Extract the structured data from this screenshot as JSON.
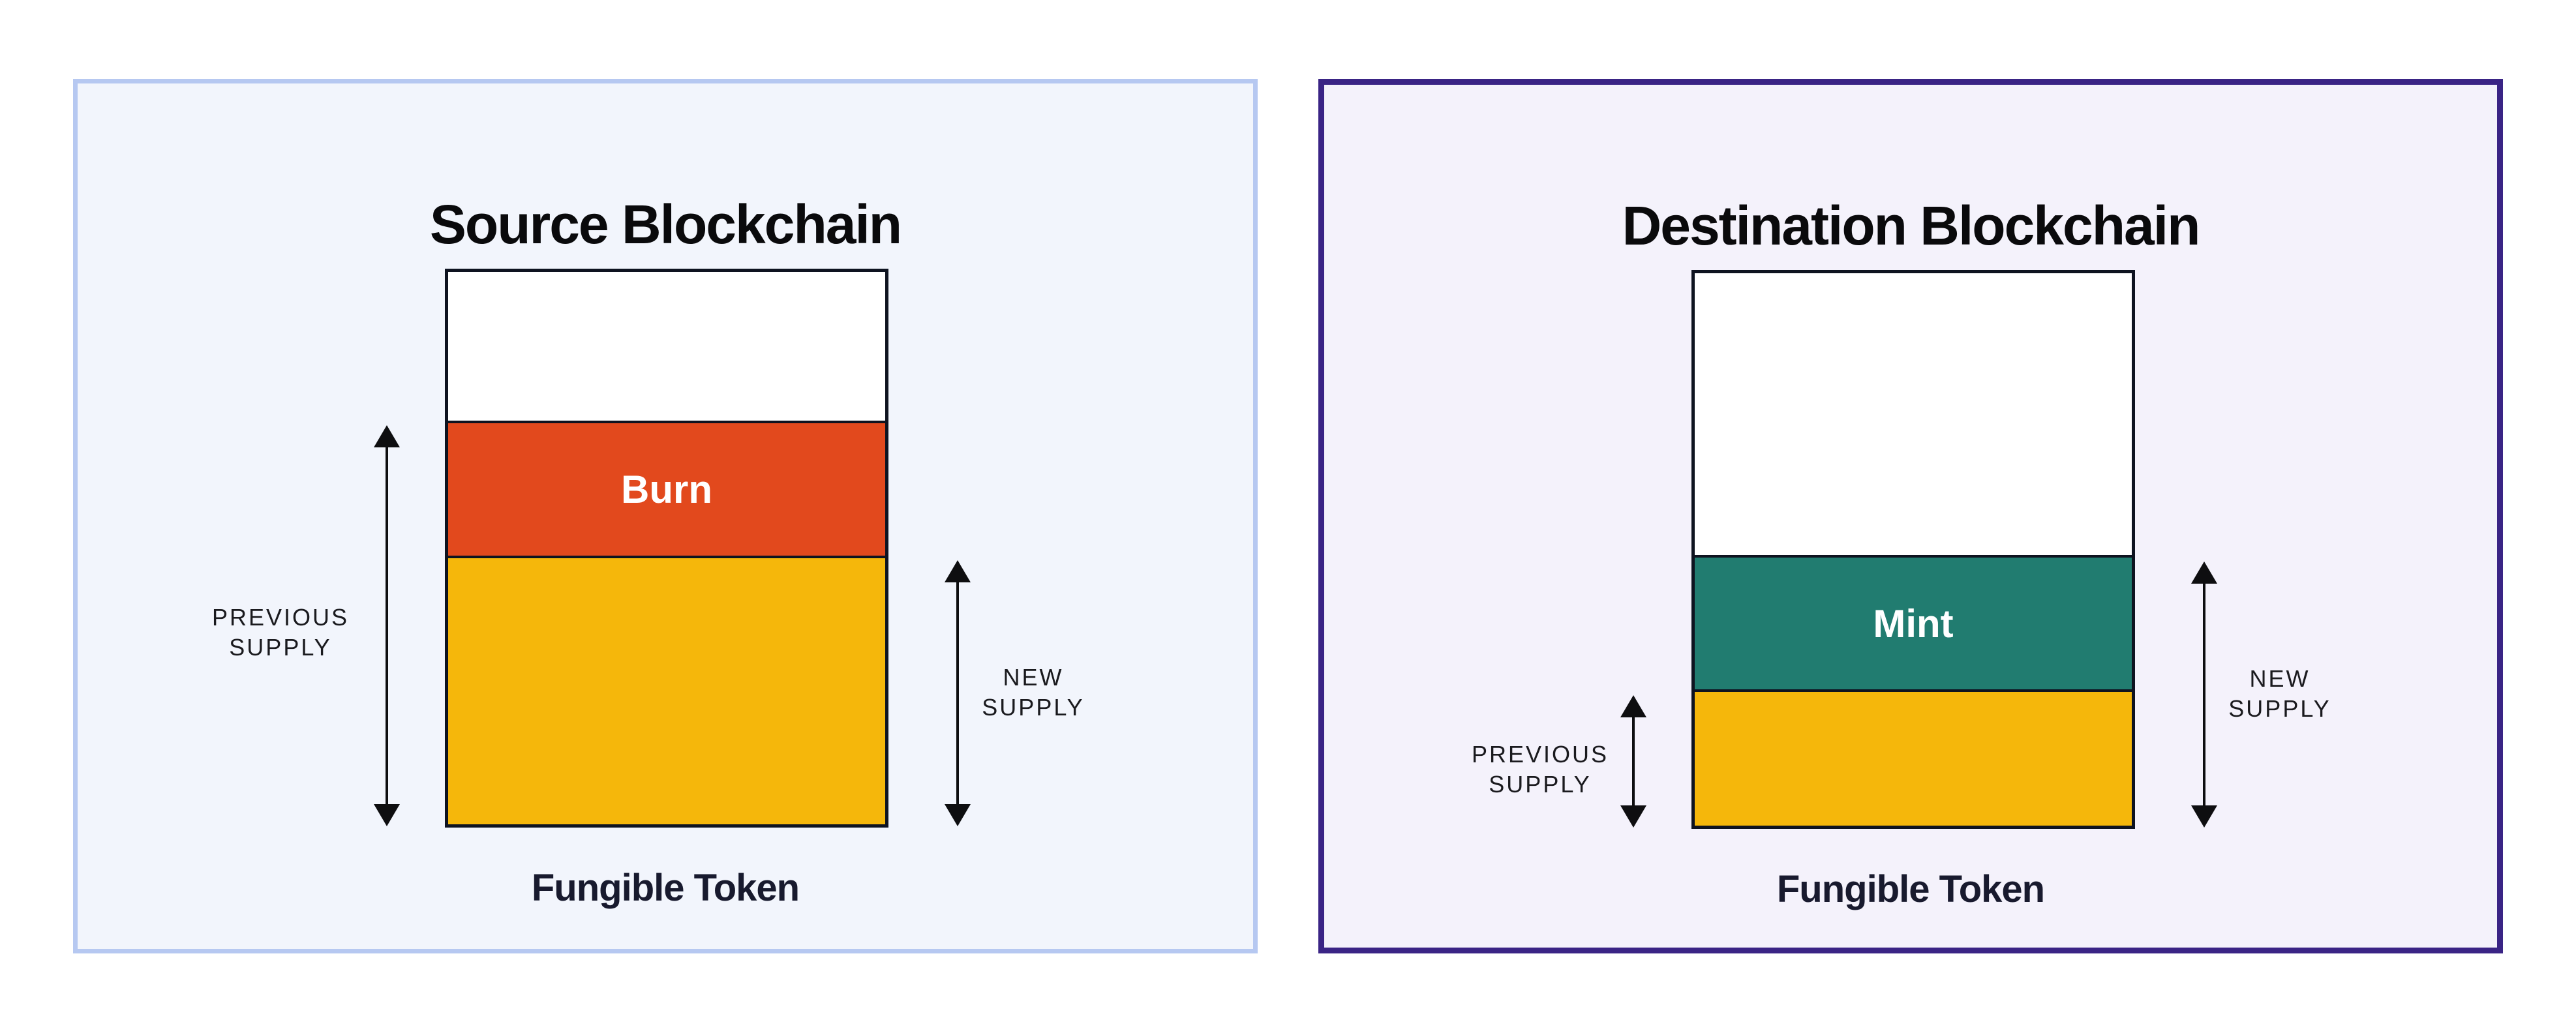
{
  "diagram": {
    "source": {
      "title": "Source Blockchain",
      "action_label": "Burn",
      "token_label": "Fungible Token",
      "previous_supply_label": "PREVIOUS\nSUPPLY",
      "new_supply_label": "NEW\nSUPPLY"
    },
    "destination": {
      "title": "Destination Blockchain",
      "action_label": "Mint",
      "token_label": "Fungible Token",
      "previous_supply_label": "PREVIOUS\nSUPPLY",
      "new_supply_label": "NEW\nSUPPLY"
    },
    "colors": {
      "burn": "#E2491D",
      "mint": "#217C70",
      "supply": "#F5B70B",
      "source_panel_bg": "#F2F5FC",
      "source_panel_border": "#B6C8F1",
      "destination_panel_bg": "#F4F2FB",
      "destination_panel_border": "#3A2485",
      "box_border": "#0E1320",
      "arrow": "#0E0E10",
      "page_bg": "#FFFFFF"
    }
  }
}
